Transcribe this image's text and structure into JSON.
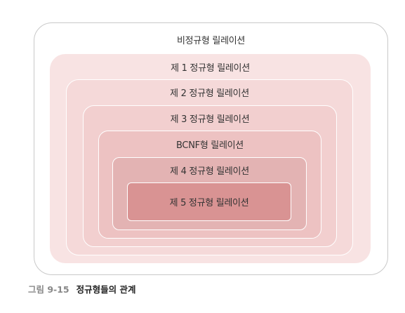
{
  "diagram": {
    "layers": [
      {
        "key": "non_normal",
        "label": "비정규형 릴레이션"
      },
      {
        "key": "nf1",
        "label": "제 1 정규형 릴레이션"
      },
      {
        "key": "nf2",
        "label": "제 2 정규형 릴레이션"
      },
      {
        "key": "nf3",
        "label": "제 3 정규형 릴레이션"
      },
      {
        "key": "bcnf",
        "label": "BCNF형 릴레이션"
      },
      {
        "key": "nf4",
        "label": "제 4 정규형 릴레이션"
      },
      {
        "key": "nf5",
        "label": "제 5 정규형 릴레이션"
      }
    ],
    "colors": {
      "outer_border": "#c9c9c9",
      "nf1_fill": "#f8e3e3",
      "nf2_fill": "#f5d9d9",
      "nf3_fill": "#f2cfcf",
      "bcnf_fill": "#edc2c2",
      "nf4_fill": "#e3b3b3",
      "nf5_fill": "#d99393"
    }
  },
  "caption": {
    "number": "그림 9-15",
    "title": "정규형들의 관계"
  }
}
